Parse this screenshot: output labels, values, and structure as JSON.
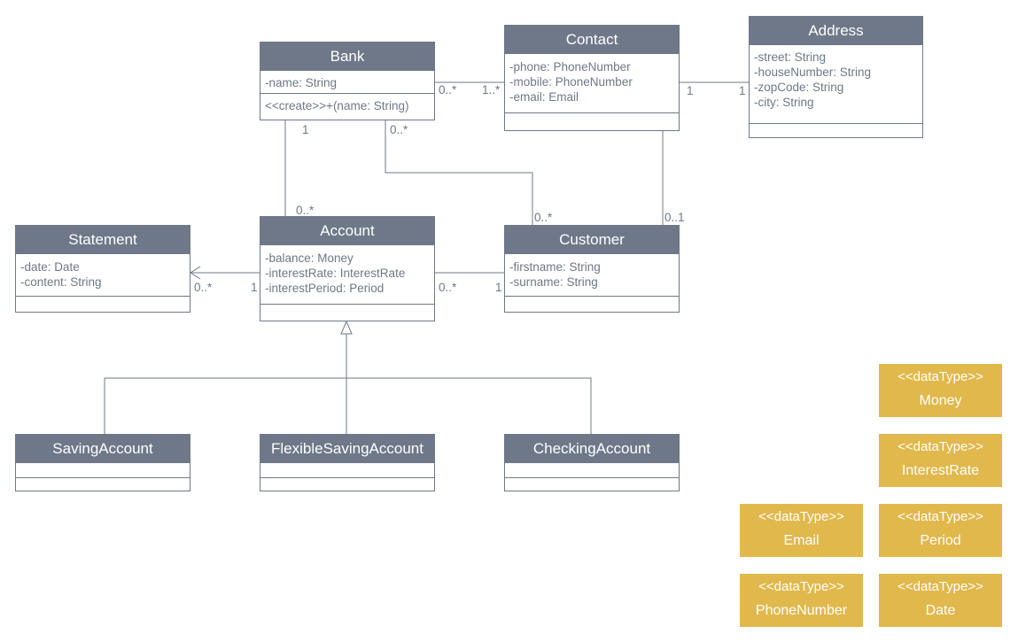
{
  "classes": {
    "bank": {
      "name": "Bank",
      "attributes": [
        "-name: String"
      ],
      "operations": [
        "<<create>>+(name: String)"
      ]
    },
    "contact": {
      "name": "Contact",
      "attributes": [
        "-phone: PhoneNumber",
        "-mobile: PhoneNumber",
        "-email: Email"
      ]
    },
    "address": {
      "name": "Address",
      "attributes": [
        "-street: String",
        "-houseNumber: String",
        "-zopCode: String",
        "-city: String"
      ]
    },
    "statement": {
      "name": "Statement",
      "attributes": [
        "-date: Date",
        "-content: String"
      ]
    },
    "account": {
      "name": "Account",
      "attributes": [
        "-balance: Money",
        "-interestRate: InterestRate",
        "-interestPeriod: Period"
      ]
    },
    "customer": {
      "name": "Customer",
      "attributes": [
        "-firstname: String",
        "-surname: String"
      ]
    },
    "saving_account": {
      "name": "SavingAccount"
    },
    "flexible_saving_account": {
      "name": "FlexibleSavingAccount"
    },
    "checking_account": {
      "name": "CheckingAccount"
    }
  },
  "data_types": {
    "stereotype": "<<dataType>>",
    "money": "Money",
    "interest_rate": "InterestRate",
    "email": "Email",
    "period": "Period",
    "phone_number": "PhoneNumber",
    "date": "Date"
  },
  "multiplicities": {
    "bank_contact_bank": "0..*",
    "bank_contact_contact": "1..*",
    "contact_address_contact": "1",
    "contact_address_address": "1",
    "bank_account_bank": "1",
    "bank_account_account": "0..*",
    "bank_customer_bank": "0..*",
    "bank_customer_customer": "0..*",
    "contact_customer_customer": "0..1",
    "account_statement_statement": "0..*",
    "account_statement_account": "1",
    "account_customer_account": "0..*",
    "account_customer_customer": "1"
  },
  "colors": {
    "class_header": "#6e7888",
    "class_border": "#6e7888",
    "data_type": "#e1b84b",
    "text": "#6e7888"
  }
}
